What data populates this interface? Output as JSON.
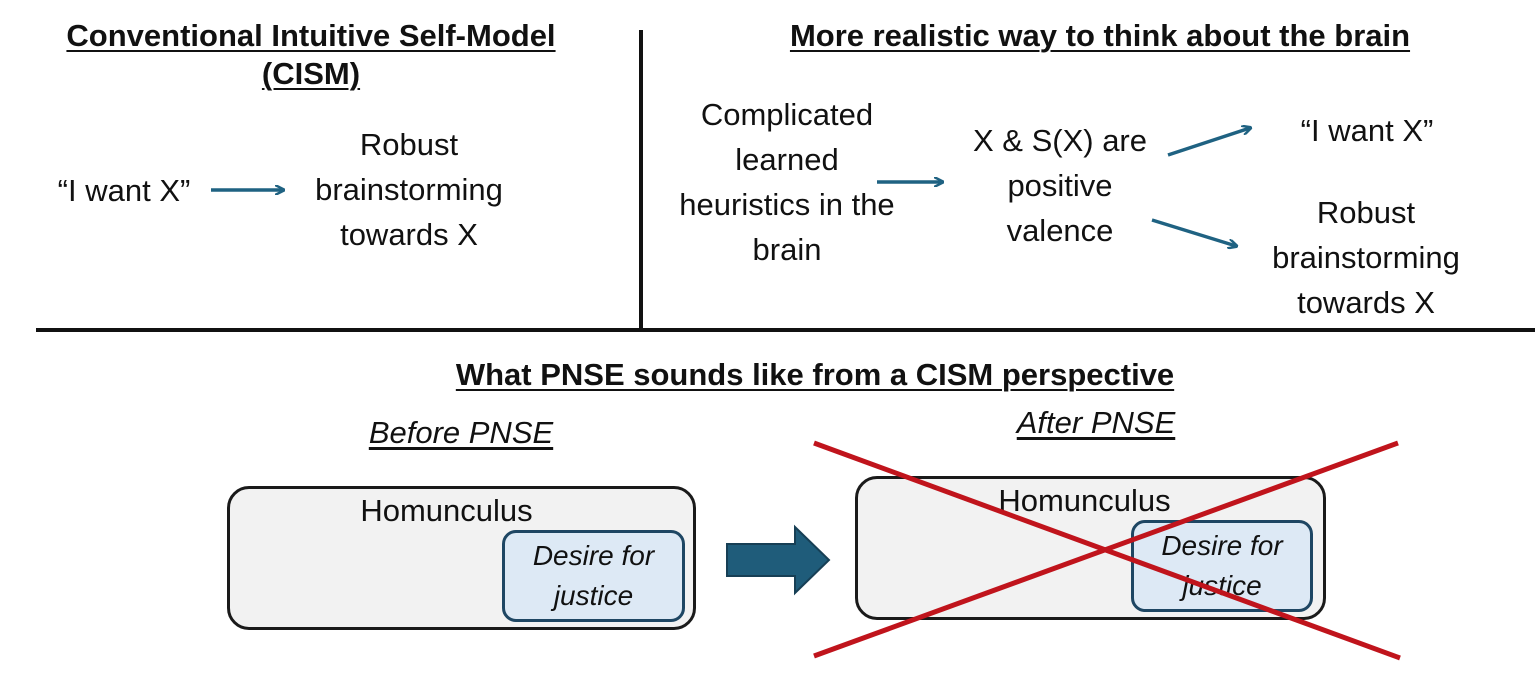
{
  "top_left": {
    "heading": "Conventional Intuitive Self-Model (CISM)",
    "source": "“I want X”",
    "target": "Robust brainstorming towards X"
  },
  "top_right": {
    "heading": "More realistic way to think about the brain",
    "heuristics": "Complicated learned heuristics in the brain",
    "valence": "X & S(X) are positive valence",
    "out_want": "“I want X”",
    "out_brainstorm": "Robust brainstorming towards X"
  },
  "bottom": {
    "heading": "What PNSE sounds like from a CISM perspective",
    "before": {
      "label": "Before PNSE",
      "homunculus": "Homunculus",
      "desire": "Desire for justice"
    },
    "after": {
      "label": "After PNSE",
      "homunculus": "Homunculus",
      "desire": "Desire for justice"
    }
  },
  "colors": {
    "arrow": "#1f6282",
    "block_arrow": "#1f5c7a",
    "cross": "#c0141c",
    "divider": "#111111"
  },
  "icons": {
    "transition": "right-block-arrow",
    "removed": "red-x-cross"
  }
}
